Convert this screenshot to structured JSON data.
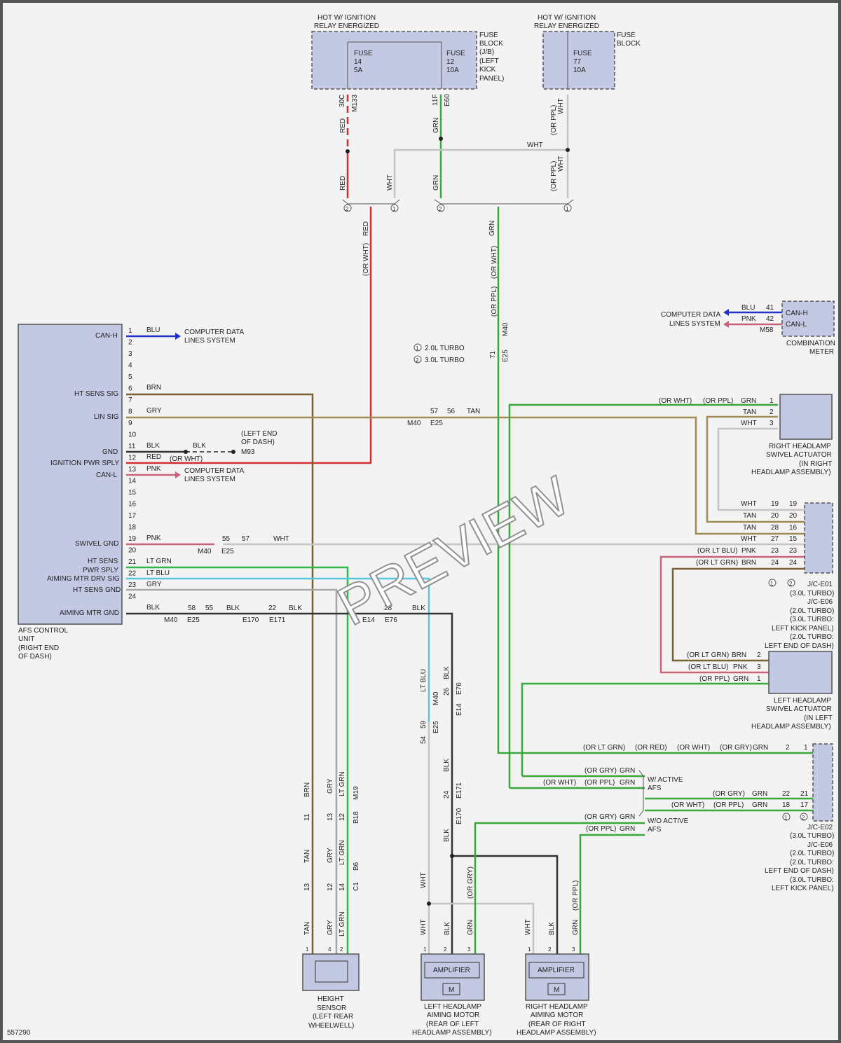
{
  "diagram_id": "557290",
  "watermark": "PREVIEW",
  "legend": {
    "circle_1": "1",
    "circle_2": "2",
    "item1": "2.0L TURBO",
    "item2": "3.0L TURBO"
  },
  "fuse_left": {
    "header_1": "HOT W/ IGNITION",
    "header_2": "RELAY ENERGIZED",
    "fuse_a": [
      "FUSE",
      "14",
      "5A"
    ],
    "fuse_b": [
      "FUSE",
      "12",
      "10A"
    ],
    "label": [
      "FUSE",
      "BLOCK",
      "(J/B)",
      "(LEFT",
      "KICK",
      "PANEL)"
    ],
    "pin_a": "30C",
    "conn_a": "M133",
    "pin_b": "11F",
    "conn_b": "E60"
  },
  "fuse_right": {
    "header_1": "HOT W/ IGNITION",
    "header_2": "RELAY ENERGIZED",
    "fuse": [
      "FUSE",
      "77",
      "10A"
    ],
    "label": [
      "FUSE",
      "BLOCK"
    ]
  },
  "afs": {
    "name": [
      "AFS CONTROL",
      "UNIT",
      "(RIGHT END",
      "OF DASH)"
    ],
    "pins": [
      "1",
      "2",
      "3",
      "4",
      "5",
      "6",
      "7",
      "8",
      "9",
      "10",
      "11",
      "12",
      "13",
      "14",
      "15",
      "16",
      "17",
      "18",
      "19",
      "20",
      "21",
      "22",
      "23",
      "24"
    ],
    "signals": [
      "CAN-H",
      "HT SENS SIG",
      "LIN SIG",
      "GND",
      "IGNITION PWR SPLY",
      "CAN-L",
      "SWIVEL GND",
      "HT SENS",
      "PWR SPLY",
      "AIMING MTR DRV SIG",
      "HT SENS GND",
      "AIMING MTR GND"
    ],
    "colors": [
      "BLU",
      "BRN",
      "GRY",
      "BLK",
      "RED",
      "PNK",
      "PNK",
      "LT GRN",
      "LT BLU",
      "GRY",
      "BLK"
    ]
  },
  "texts": {
    "cds": [
      "COMPUTER DATA",
      "LINES SYSTEM"
    ],
    "blk": "BLK",
    "or_wht": "(OR WHT)",
    "left_end": [
      "(LEFT END",
      "OF DASH)"
    ],
    "m93": "M93",
    "m40": "M40",
    "e25": "E25",
    "e170": "E170",
    "e171": "E171",
    "e14": "E14",
    "e76": "E76",
    "p57": "57",
    "p56": "56",
    "tan": "TAN",
    "p55": "55",
    "wht": "WHT",
    "p58": "58",
    "p22": "22",
    "p28": "28",
    "red": "RED",
    "grn": "GRN",
    "or_ppl": "(OR PPL)",
    "p71": "71",
    "ltblu": "LT BLU",
    "p59": "59",
    "p54": "54",
    "p26": "26",
    "p24": "24",
    "brn": "BRN",
    "gry": "GRY",
    "ltgrn": "LT GRN",
    "m19": "M19",
    "b18": "B18",
    "b6": "B6",
    "c1": "C1",
    "p11": "11",
    "p13": "13",
    "p12": "12",
    "p14": "14",
    "p4": "4",
    "p2": "2",
    "p1": "1",
    "p3": "3",
    "or_gry": "(OR GRY)",
    "or_ltgrn": "(OR LT GRN)",
    "or_red": "(OR RED)",
    "or_ltblu": "(OR LT BLU)",
    "pnk": "PNK",
    "blu": "BLU",
    "p41": "41",
    "p42": "42",
    "m58": "M58",
    "canh": "CAN-H",
    "canl": "CAN-L",
    "combo": [
      "COMBINATION",
      "METER"
    ],
    "w_afs": [
      "W/ ACTIVE",
      "AFS"
    ],
    "wo_afs": [
      "W/O ACTIVE",
      "AFS"
    ],
    "p19": "19",
    "p20": "20",
    "p16": "16",
    "p15": "15",
    "p23": "23",
    "p27": "27",
    "p28b": "28",
    "p21": "21",
    "p17": "17",
    "p18": "18",
    "amplifier": "AMPLIFIER",
    "motor": "M"
  },
  "devices": {
    "rh_swivel": [
      "RIGHT HEADLAMP",
      "SWIVEL ACTUATOR",
      "(IN RIGHT",
      "HEADLAMP ASSEMBLY)"
    ],
    "lh_swivel": [
      "LEFT HEADLAMP",
      "SWIVEL ACTUATOR",
      "(IN LEFT",
      "HEADLAMP ASSEMBLY)"
    ],
    "jc_upper": [
      "J/C-E01",
      "(3.0L TURBO)",
      "J/C-E06",
      "(2.0L TURBO)",
      "(3.0L TURBO:",
      "LEFT KICK PANEL)",
      "(2.0L TURBO:",
      "LEFT END OF DASH)"
    ],
    "jc_lower": [
      "J/C-E02",
      "(3.0L TURBO)",
      "J/C-E06",
      "(2.0L TURBO)",
      "(2.0L TURBO:",
      "LEFT END OF DASH)",
      "(3.0L TURBO:",
      "LEFT KICK PANEL)"
    ],
    "height": [
      "HEIGHT",
      "SENSOR",
      "(LEFT REAR",
      "WHEELWELL)"
    ],
    "lh_motor": [
      "LEFT HEADLAMP",
      "AIMING MOTOR",
      "(REAR OF LEFT",
      "HEADLAMP ASSEMBLY)"
    ],
    "rh_motor": [
      "RIGHT HEADLAMP",
      "AIMING MOTOR",
      "(REAR OF RIGHT",
      "HEADLAMP ASSEMBLY)"
    ]
  },
  "colors": {
    "red": "#d03030",
    "green": "#3aa83a",
    "blue": "#2233cc",
    "pink": "#c8647a",
    "brown": "#7a6030",
    "tan": "#a08a55",
    "gray": "#a8a8a8",
    "white_wire": "#c4c4c4",
    "black": "#333333",
    "ltblue": "#55c8dd",
    "ltgreen": "#2fb84a",
    "box": "#c3c8e3"
  }
}
